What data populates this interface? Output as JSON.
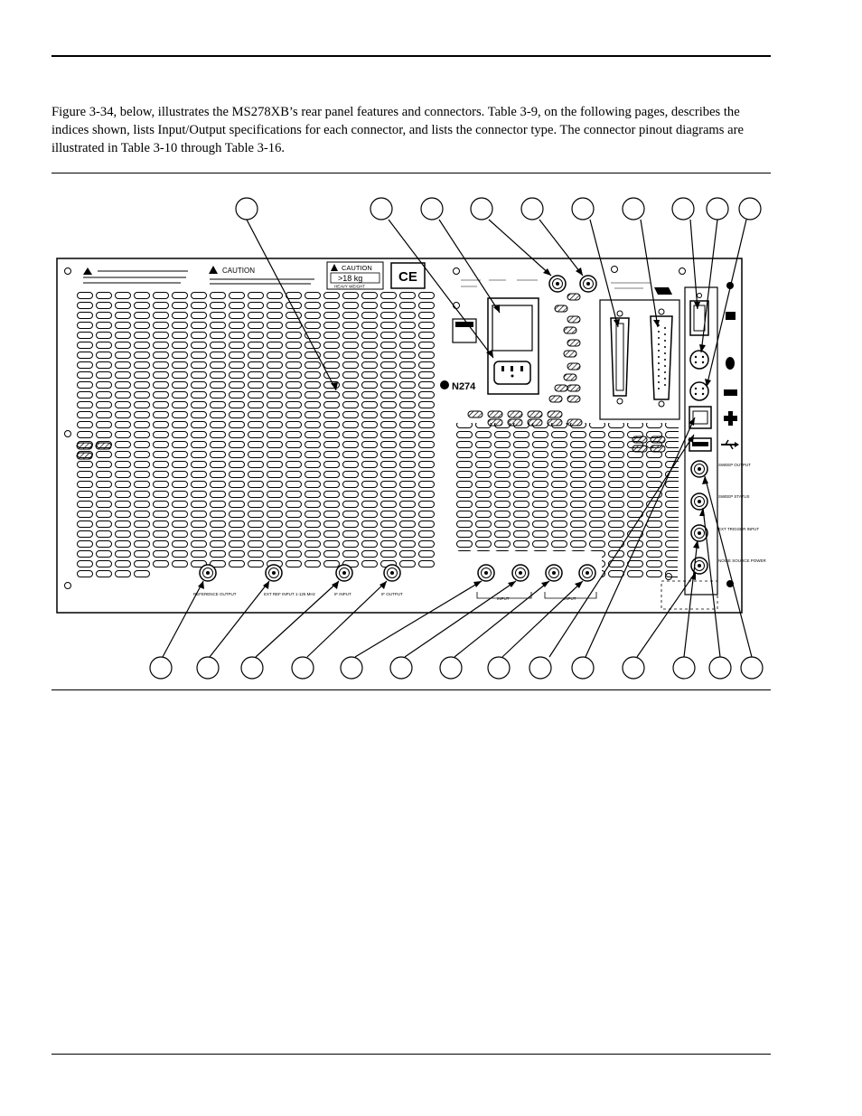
{
  "page": {
    "intro_paragraph": "Figure 3-34, below, illustrates the MS278XB’s rear panel features and connectors. Table 3-9, on the following pages, describes the indices shown, lists Input/Output specifications for each connector, and lists the connector type. The connector pinout diagrams are illustrated in Table 3-10 through Table 3-16."
  },
  "panel": {
    "caution_label": "CAUTION",
    "weight_caution": "CAUTION",
    "weight_value": ">18 kg",
    "heavy_label": "HEAVY WEIGHT",
    "ce_mark": "CE",
    "n274_label": "N274",
    "connector_labels": {
      "reference_output": "REFERENCE OUTPUT",
      "ext_ref_input": "EXT REF INPUT 1-125 MHz",
      "if_input": "IF INPUT",
      "if_output": "IF OUTPUT",
      "input_group": "INPUT",
      "sweep_output": "SWEEP OUTPUT",
      "sweep_status": "SWEEP STATUS",
      "ext_trigger": "EXT TRIGGER INPUT",
      "noise_source": "NOISE SOURCE POWER"
    }
  },
  "colors": {
    "ink": "#000000",
    "paper": "#ffffff"
  },
  "icons": [
    "warning-triangle-icon",
    "ce-mark-icon",
    "printer-icon",
    "monitor-icon",
    "mouse-icon",
    "keyboard-icon",
    "network-icon",
    "usb-icon"
  ]
}
